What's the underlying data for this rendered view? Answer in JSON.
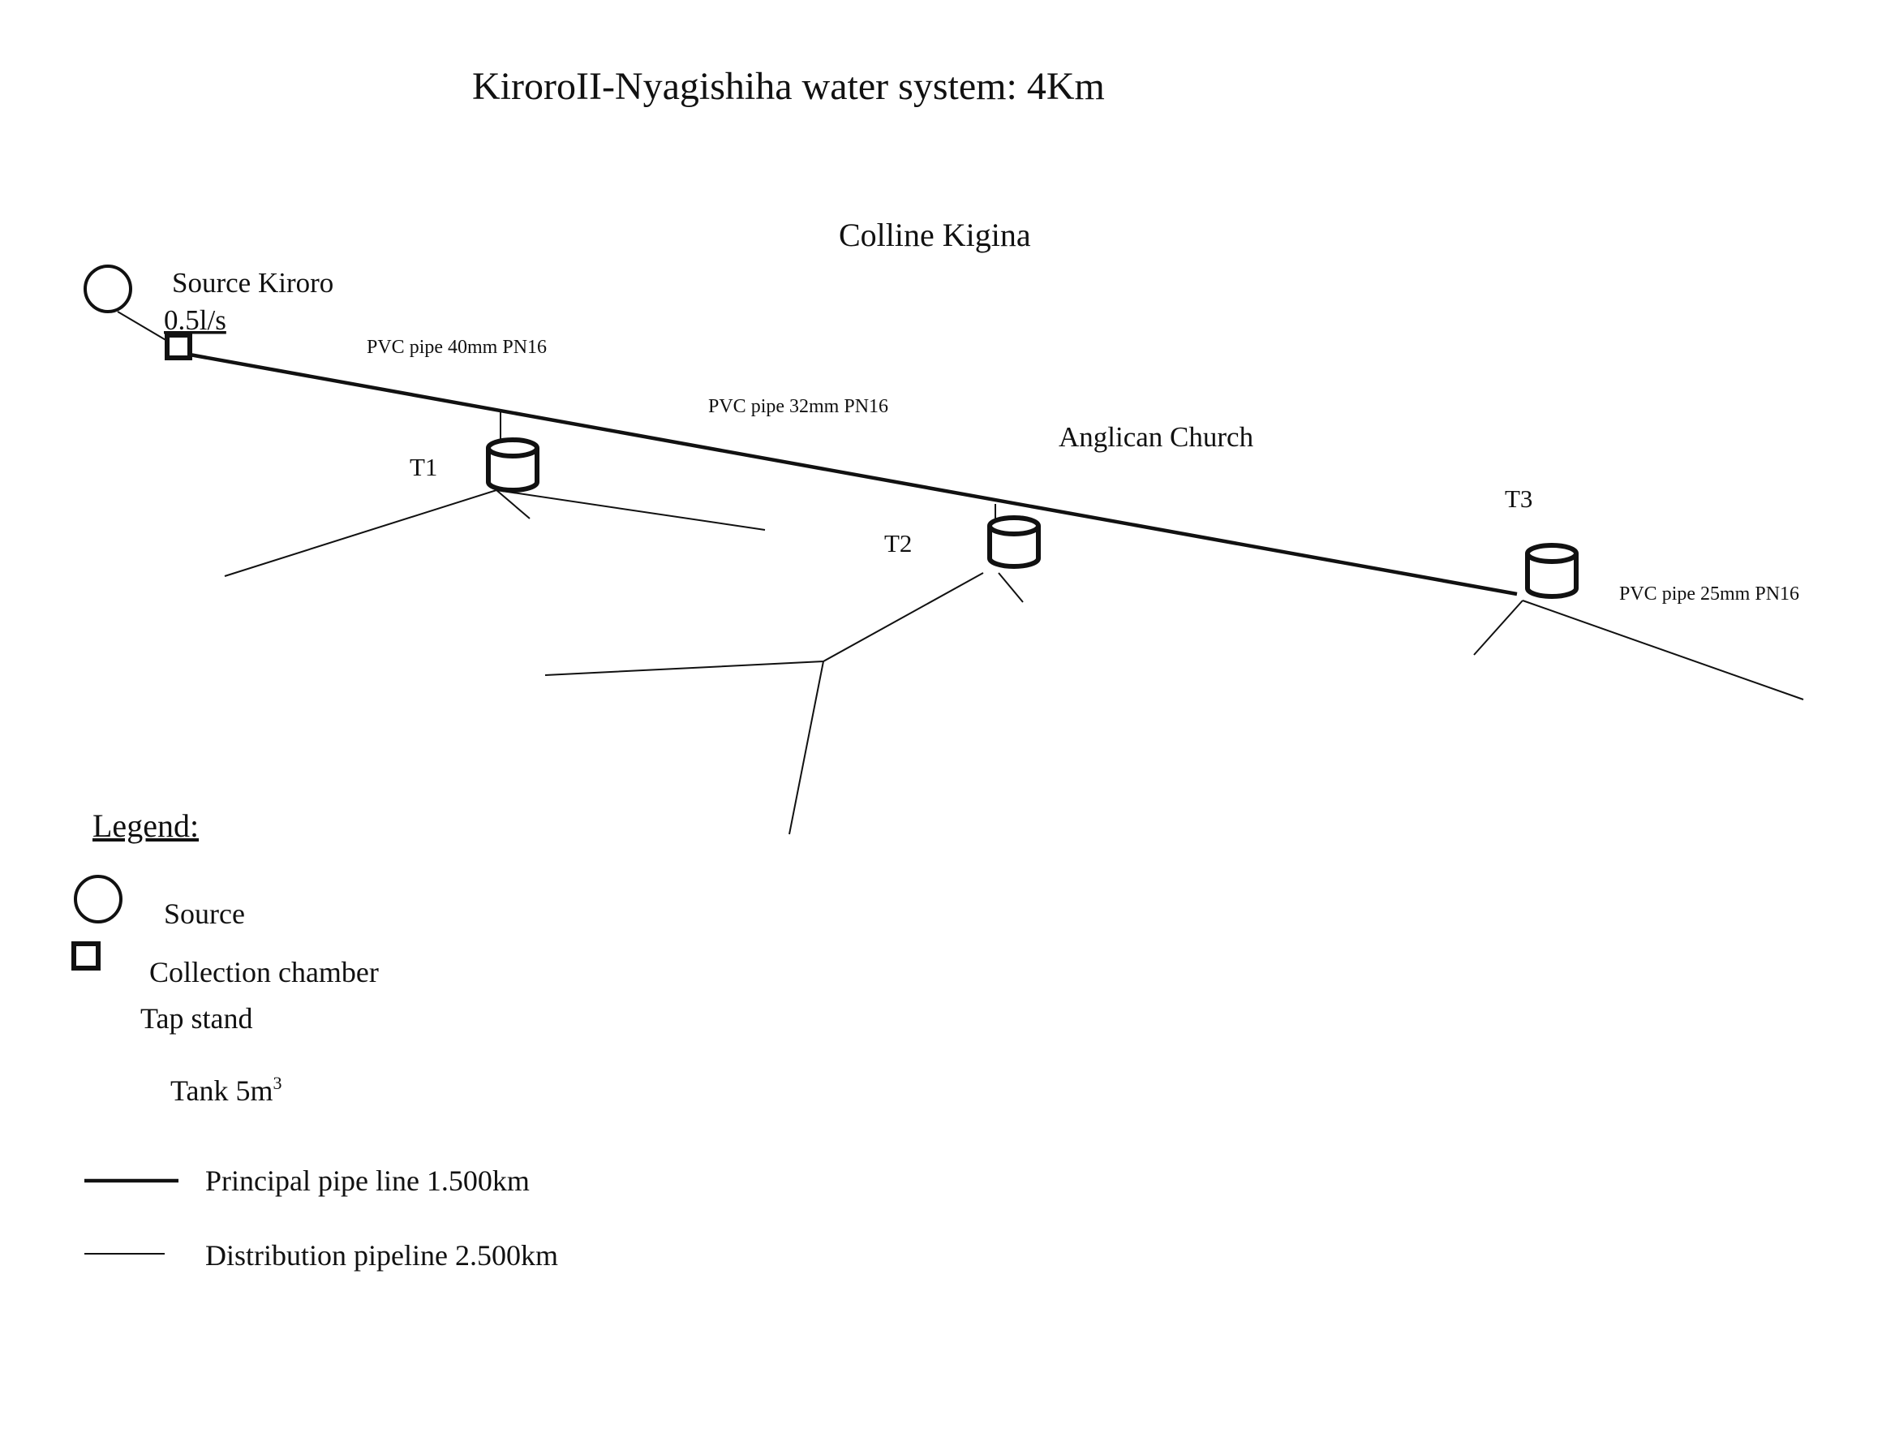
{
  "title": "KiroroII-Nyagishiha water system: 4Km",
  "colline": "Colline Kigina",
  "source": {
    "name": "Source Kiroro",
    "flow": "0.5l/s"
  },
  "pipes": {
    "pipe_40": "PVC pipe 40mm PN16",
    "pipe_32": "PVC pipe 32mm PN16",
    "pipe_25": "PVC pipe 25mm PN16"
  },
  "landmark": "Anglican Church",
  "taps": [
    "T1",
    "T2",
    "T3"
  ],
  "legend": {
    "heading": "Legend:",
    "source": "Source",
    "chamber": "Collection chamber",
    "tap_stand": "Tap stand",
    "tank": "Tank 5m",
    "tank_sup": "3",
    "principal": "Principal pipe line 1.500km",
    "distribution": "Distribution pipeline 2.500km"
  },
  "icons": [
    "source-circle-icon",
    "collection-chamber-icon",
    "tank-icon"
  ]
}
